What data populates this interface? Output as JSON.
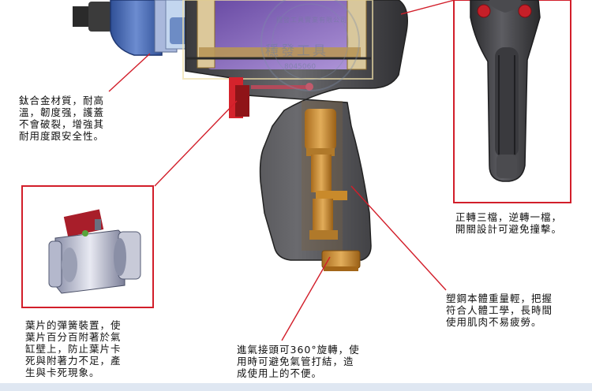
{
  "callouts": {
    "titanium_cover": "鈦合金材質，耐高\n溫，韌度强，護蓋\n不會破裂，增強其\n耐用度跟安全性。",
    "switch": "正轉三檔，逆轉一檔，\n開關設計可避免撞擊。",
    "body": "塑鋼本體重量輕，把握\n符合人體工學，長時間\n使用肌肉不易疲勞。",
    "blades": "葉片的彈簧裝置，使\n葉片百分百附著於氣\n缸壁上，防止葉片卡\n死與附著力不足，產\n生與卡死現象。",
    "air_inlet": "進氣接頭可360°旋轉，使\n用時可避免氣管打結，造\n成使用上的不便。"
  },
  "watermark": {
    "ring_text": "穩發工具實業有限公司",
    "center_text": "穩發工具",
    "code": "8045060"
  },
  "colors": {
    "callout_red": "#d21e2a",
    "tool_body": "#4a4a4e",
    "housing_blue": "#3d5fa8",
    "brass": "#c98a2b",
    "purple": "#7d5bb8"
  }
}
